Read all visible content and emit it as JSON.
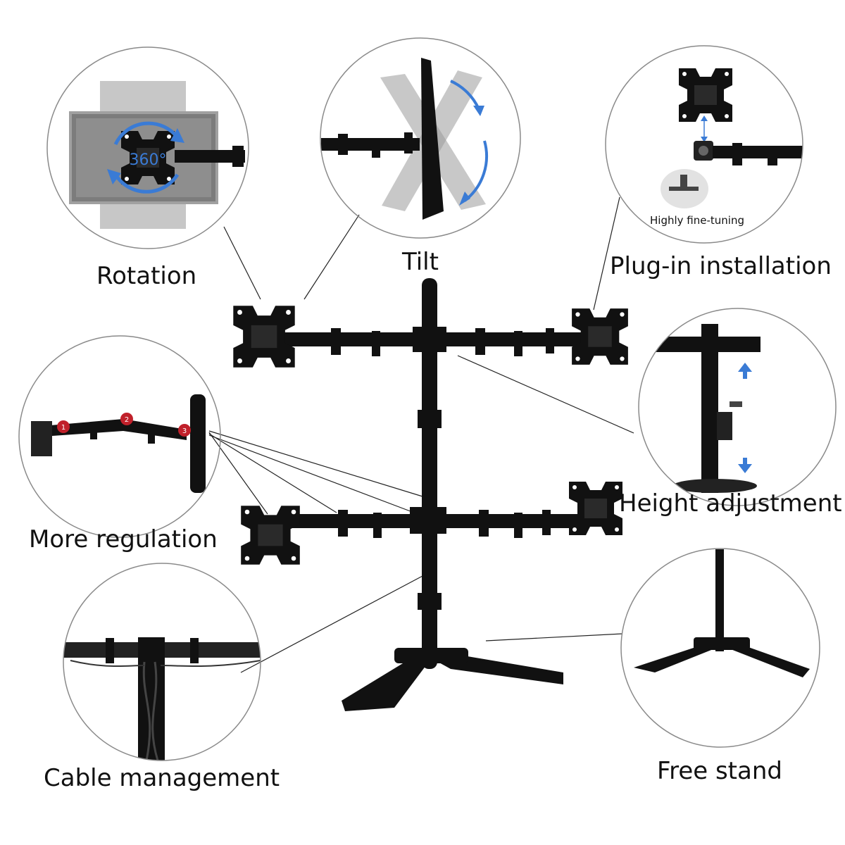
{
  "features": {
    "rotation": {
      "label": "Rotation",
      "badge": "360°"
    },
    "tilt": {
      "label": "Tilt"
    },
    "plugin": {
      "label": "Plug-in installation",
      "caption": "Highly fine-tuning"
    },
    "regulation": {
      "label": "More regulation",
      "joints": [
        "1",
        "2",
        "3"
      ]
    },
    "height": {
      "label": "Height adjustment"
    },
    "cable": {
      "label": "Cable management"
    },
    "stand": {
      "label": "Free stand"
    }
  },
  "colors": {
    "metal": "#111111",
    "outline": "#8a8a8a",
    "arrow": "#3a7bd5",
    "joint": "#c0202a",
    "ghost": "#9a9a9a"
  }
}
